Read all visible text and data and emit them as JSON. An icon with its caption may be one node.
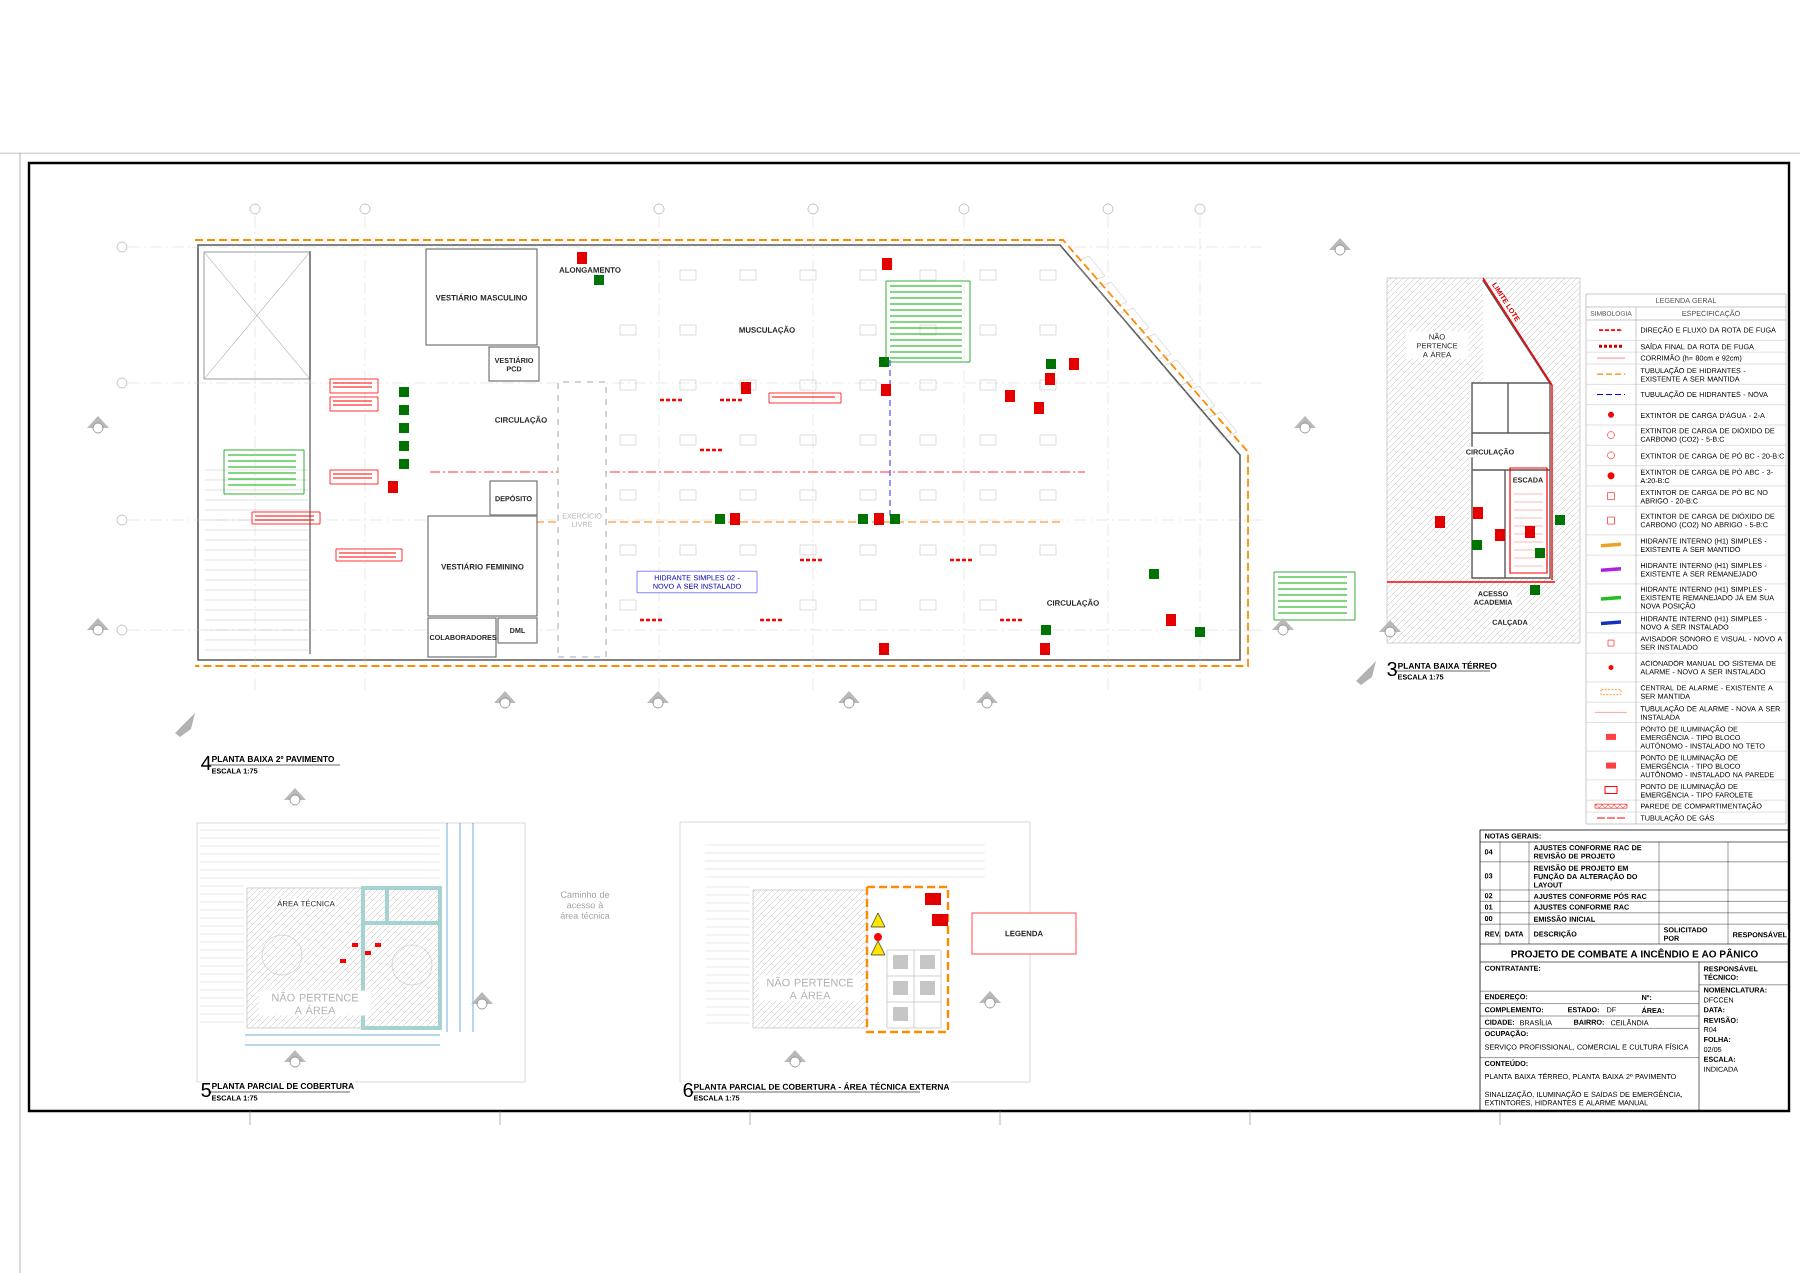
{
  "diagram": {
    "nodes": [
      {
        "text": [
          "VESTIÁRIO MASCULINO"
        ]
      },
      {
        "text": [
          "VESTIÁRIO PCD"
        ]
      },
      {
        "text": [
          "DEPÓSITO"
        ]
      },
      {
        "text": [
          "VESTIÁRIO FEMININO"
        ]
      },
      {
        "text": [
          "COLABORADORES"
        ]
      },
      {
        "text": [
          "DML"
        ]
      },
      {
        "text": [
          "EXERCÍCIO LIVRE"
        ]
      },
      {
        "text": [
          "LEGENDA"
        ]
      }
    ],
    "labels": [
      "4",
      "PLANTA BAIXA 2º PAVIMENTO",
      "ESCALA 1:75",
      "CIRCULAÇÃO",
      "MUSCULAÇÃO",
      "ALONGAMENTO",
      "CIRCULAÇÃO",
      "HIDRANTE SIMPLES 02 - NOVO A SER INSTALADO",
      "3",
      "PLANTA BAIXA TÉRREO",
      "ESCALA 1:75",
      "NÃO PERTENCE A ÁREA",
      "CIRCULAÇÃO",
      "ESCADA",
      "ACESSO ACADEMIA",
      "CALÇADA",
      "LIMITE LOTE",
      "5",
      "PLANTA PARCIAL DE COBERTURA",
      "ESCALA 1:75",
      "ÁREA TÉCNICA",
      "NÃO PERTENCE A ÁREA",
      "Caminho de acesso à área técnica",
      "6",
      "PLANTA PARCIAL DE COBERTURA - ÁREA TÉCNICA EXTERNA",
      "ESCALA 1:75",
      "NÃO PERTENCE A ÁREA",
      "LEGENDA GERAL",
      "SIMBOLOGIA",
      "ESPECIFICAÇÃO",
      "NOTAS GERAIS:",
      "04",
      "AJUSTES CONFORME RAC DE REVISÃO DE PROJETO",
      "03",
      "REVISÃO DE PROJETO EM FUNÇÃO DA ALTERAÇÃO DO LAYOUT",
      "02",
      "AJUSTES CONFORME PÓS RAC",
      "01",
      "AJUSTES CONFORME RAC",
      "00",
      "EMISSÃO INICIAL",
      "REV.",
      "DATA",
      "DESCRIÇÃO",
      "SOLICITADO POR",
      "RESPONSÁVEL",
      "PROJETO DE COMBATE A INCÊNDIO E AO PÂNICO",
      "CONTRATANTE:",
      "ENDEREÇO:",
      "Nº:",
      "COMPLEMENTO:",
      "ESTADO:",
      "DF",
      "ÁREA:",
      "CIDADE:",
      "BRASÍLIA",
      "BAIRRO:",
      "CEILÂNDIA",
      "OCUPAÇÃO:",
      "SERVIÇO PROFISSIONAL, COMERCIAL E CULTURA FÍSICA",
      "CONTEÚDO:",
      "PLANTA BAIXA TÉRREO, PLANTA BAIXA 2º PAVIMENTO",
      "SINALIZAÇÃO, ILUMINAÇÃO E SAÍDAS DE EMERGÊNCIA, EXTINTORES, HIDRANTES E ALARME MANUAL",
      "RESPONSÁVEL TÉCNICO:",
      "NOMENCLATURA:",
      "DFCCEN",
      "DATA:",
      "REVISÃO:",
      "R04",
      "FOLHA:",
      "02/05",
      "ESCALA:",
      "INDICADA"
    ],
    "legend": [
      {
        "text": "DIREÇÃO E FLUXO DA ROTA DE FUGA"
      },
      {
        "text": "SAÍDA FINAL DA ROTA DE FUGA"
      },
      {
        "text": "CORRIMÃO (h= 80cm e 92cm)"
      },
      {
        "text": "TUBULAÇÃO DE HIDRANTES - EXISTENTE A SER MANTIDA"
      },
      {
        "text": "TUBULAÇÃO DE HIDRANTES - NOVA"
      },
      {
        "text": "EXTINTOR DE CARGA D'ÁGUA - 2-A"
      },
      {
        "text": "EXTINTOR DE CARGA DE DIÓXIDO DE CARBONO (CO2) - 5-B:C"
      },
      {
        "text": "EXTINTOR DE CARGA DE PÓ BC - 20-B:C"
      },
      {
        "text": "EXTINTOR DE CARGA DE PÓ ABC - 3-A:20-B:C"
      },
      {
        "text": "EXTINTOR DE CARGA DE PÓ BC NO ABRIGO - 20-B:C"
      },
      {
        "text": "EXTINTOR DE CARGA DE DIÓXIDO DE CARBONO (CO2) NO ABRIGO - 5-B:C"
      },
      {
        "text": "HIDRANTE INTERNO (H1) SIMPLES - EXISTENTE A SER MANTIDO",
        "color": "#f0a020"
      },
      {
        "text": "HIDRANTE INTERNO (H1) SIMPLES - EXISTENTE A SER REMANEJADO",
        "color": "#b020e0"
      },
      {
        "text": "HIDRANTE INTERNO (H1) SIMPLES - EXISTENTE REMANEJADO JÁ EM SUA NOVA POSIÇÃO",
        "color": "#20c020"
      },
      {
        "text": "HIDRANTE INTERNO (H1) SIMPLES - NOVO A SER INSTALADO",
        "color": "#1830c0"
      },
      {
        "text": "AVISADOR SONORO E VISUAL - NOVO A SER INSTALADO"
      },
      {
        "text": "ACIONADOR MANUAL DO SISTEMA DE ALARME - NOVO A SER INSTALADO"
      },
      {
        "text": "CENTRAL DE ALARME - EXISTENTE A SER MANTIDA"
      },
      {
        "text": "TUBULAÇÃO DE ALARME - NOVA A SER INSTALADA"
      },
      {
        "text": "PONTO DE ILUMINAÇÃO DE EMERGÊNCIA - TIPO BLOCO AUTÔNOMO - INSTALADO NO TETO"
      },
      {
        "text": "PONTO DE ILUMINAÇÃO DE EMERGÊNCIA - TIPO BLOCO AUTÔNOMO - INSTALADO NA PAREDE"
      },
      {
        "text": "PONTO DE ILUMINAÇÃO DE EMERGÊNCIA - TIPO FAROLETE"
      },
      {
        "text": "PAREDE DE COMPARTIMENTAÇÃO"
      },
      {
        "text": "TUBULAÇÃO DE GÁS"
      }
    ]
  }
}
